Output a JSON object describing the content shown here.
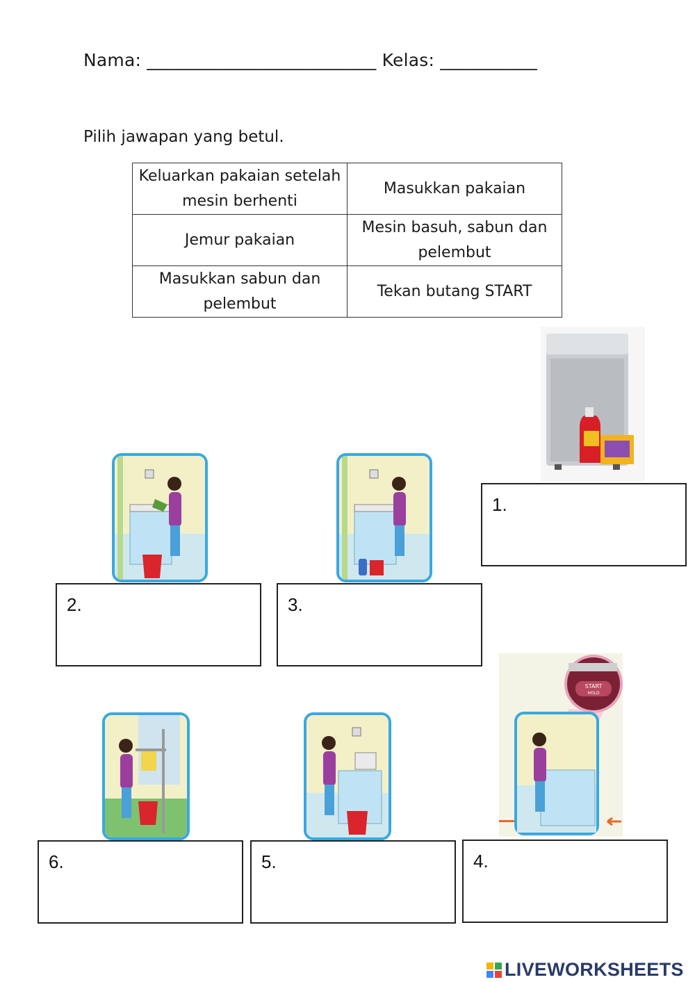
{
  "header": {
    "name_label": "Nama:",
    "name_blank": "__________________________",
    "class_label": "Kelas:",
    "class_blank": "___________"
  },
  "instruction": "Pilih jawapan yang betul.",
  "answer_table": [
    [
      "Keluarkan pakaian setelah mesin berhenti",
      "Masukkan pakaian"
    ],
    [
      "Jemur pakaian",
      "Mesin basuh, sabun dan pelembut"
    ],
    [
      "Masukkan sabun dan pelembut",
      "Tekan butang START"
    ]
  ],
  "answer_boxes": [
    "1.",
    "2.",
    "3.",
    "4.",
    "5.",
    "6."
  ],
  "start_label": "START",
  "hold_label": "HOLD",
  "brand": "LIVEWORKSHEETS",
  "colors": {
    "frame": "#3aa8e0",
    "brand": "#2a3a68"
  }
}
